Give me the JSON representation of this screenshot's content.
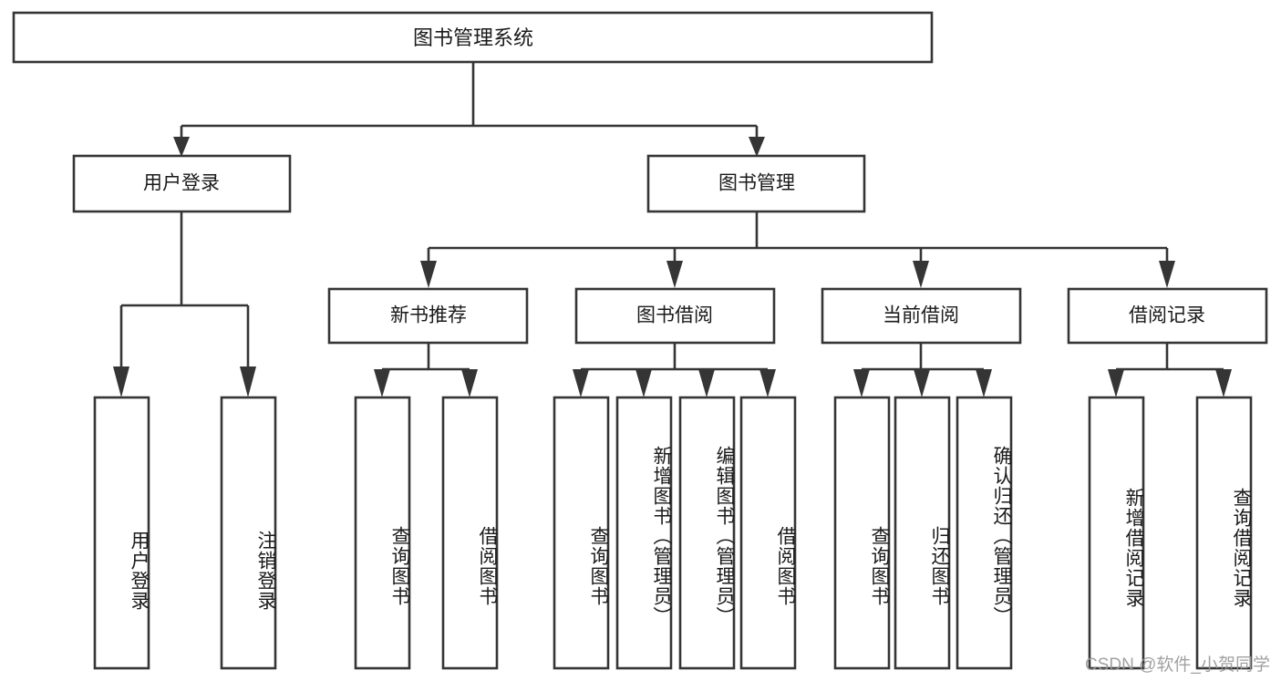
{
  "diagram": {
    "title": "图书管理系统",
    "type": "tree",
    "root": {
      "id": "root",
      "label": "图书管理系统",
      "orientation": "horizontal"
    },
    "level1": [
      {
        "id": "user-login",
        "label": "用户登录",
        "orientation": "horizontal"
      },
      {
        "id": "book-manage",
        "label": "图书管理",
        "orientation": "horizontal"
      }
    ],
    "level2": [
      {
        "id": "new-book-recommend",
        "label": "新书推荐",
        "orientation": "horizontal",
        "parent": "book-manage"
      },
      {
        "id": "book-borrow",
        "label": "图书借阅",
        "orientation": "horizontal",
        "parent": "book-manage"
      },
      {
        "id": "current-borrow",
        "label": "当前借阅",
        "orientation": "horizontal",
        "parent": "book-manage"
      },
      {
        "id": "borrow-record",
        "label": "借阅记录",
        "orientation": "horizontal",
        "parent": "book-manage"
      }
    ],
    "leaves": [
      {
        "id": "leaf-user-login",
        "label": "用户登录",
        "parent": "user-login",
        "orientation": "vertical"
      },
      {
        "id": "leaf-logout",
        "label": "注销登录",
        "parent": "user-login",
        "orientation": "vertical"
      },
      {
        "id": "leaf-query-book-1",
        "label": "查询图书",
        "parent": "new-book-recommend",
        "orientation": "vertical"
      },
      {
        "id": "leaf-borrow-book-1",
        "label": "借阅图书",
        "parent": "new-book-recommend",
        "orientation": "vertical"
      },
      {
        "id": "leaf-query-book-2",
        "label": "查询图书",
        "parent": "book-borrow",
        "orientation": "vertical"
      },
      {
        "id": "leaf-add-book",
        "label": "新增图书（管理员）",
        "parent": "book-borrow",
        "orientation": "vertical"
      },
      {
        "id": "leaf-edit-book",
        "label": "编辑图书（管理员）",
        "parent": "book-borrow",
        "orientation": "vertical"
      },
      {
        "id": "leaf-borrow-book-2",
        "label": "借阅图书",
        "parent": "book-borrow",
        "orientation": "vertical"
      },
      {
        "id": "leaf-query-book-3",
        "label": "查询图书",
        "parent": "current-borrow",
        "orientation": "vertical"
      },
      {
        "id": "leaf-return-book",
        "label": "归还图书",
        "parent": "current-borrow",
        "orientation": "vertical"
      },
      {
        "id": "leaf-confirm-return",
        "label": "确认归还（管理员）",
        "parent": "current-borrow",
        "orientation": "vertical"
      },
      {
        "id": "leaf-add-record",
        "label": "新增借阅记录",
        "parent": "borrow-record",
        "orientation": "vertical"
      },
      {
        "id": "leaf-query-record",
        "label": "查询借阅记录",
        "parent": "borrow-record",
        "orientation": "vertical"
      }
    ],
    "colors": {
      "box_fill": "#ffffff",
      "box_stroke": "#353535",
      "connector": "#353535",
      "text": "#1a1a1a",
      "background": "#ffffff",
      "watermark": "#9a9a9a"
    }
  },
  "watermark": {
    "text": "CSDN @软件_小贺同学"
  }
}
